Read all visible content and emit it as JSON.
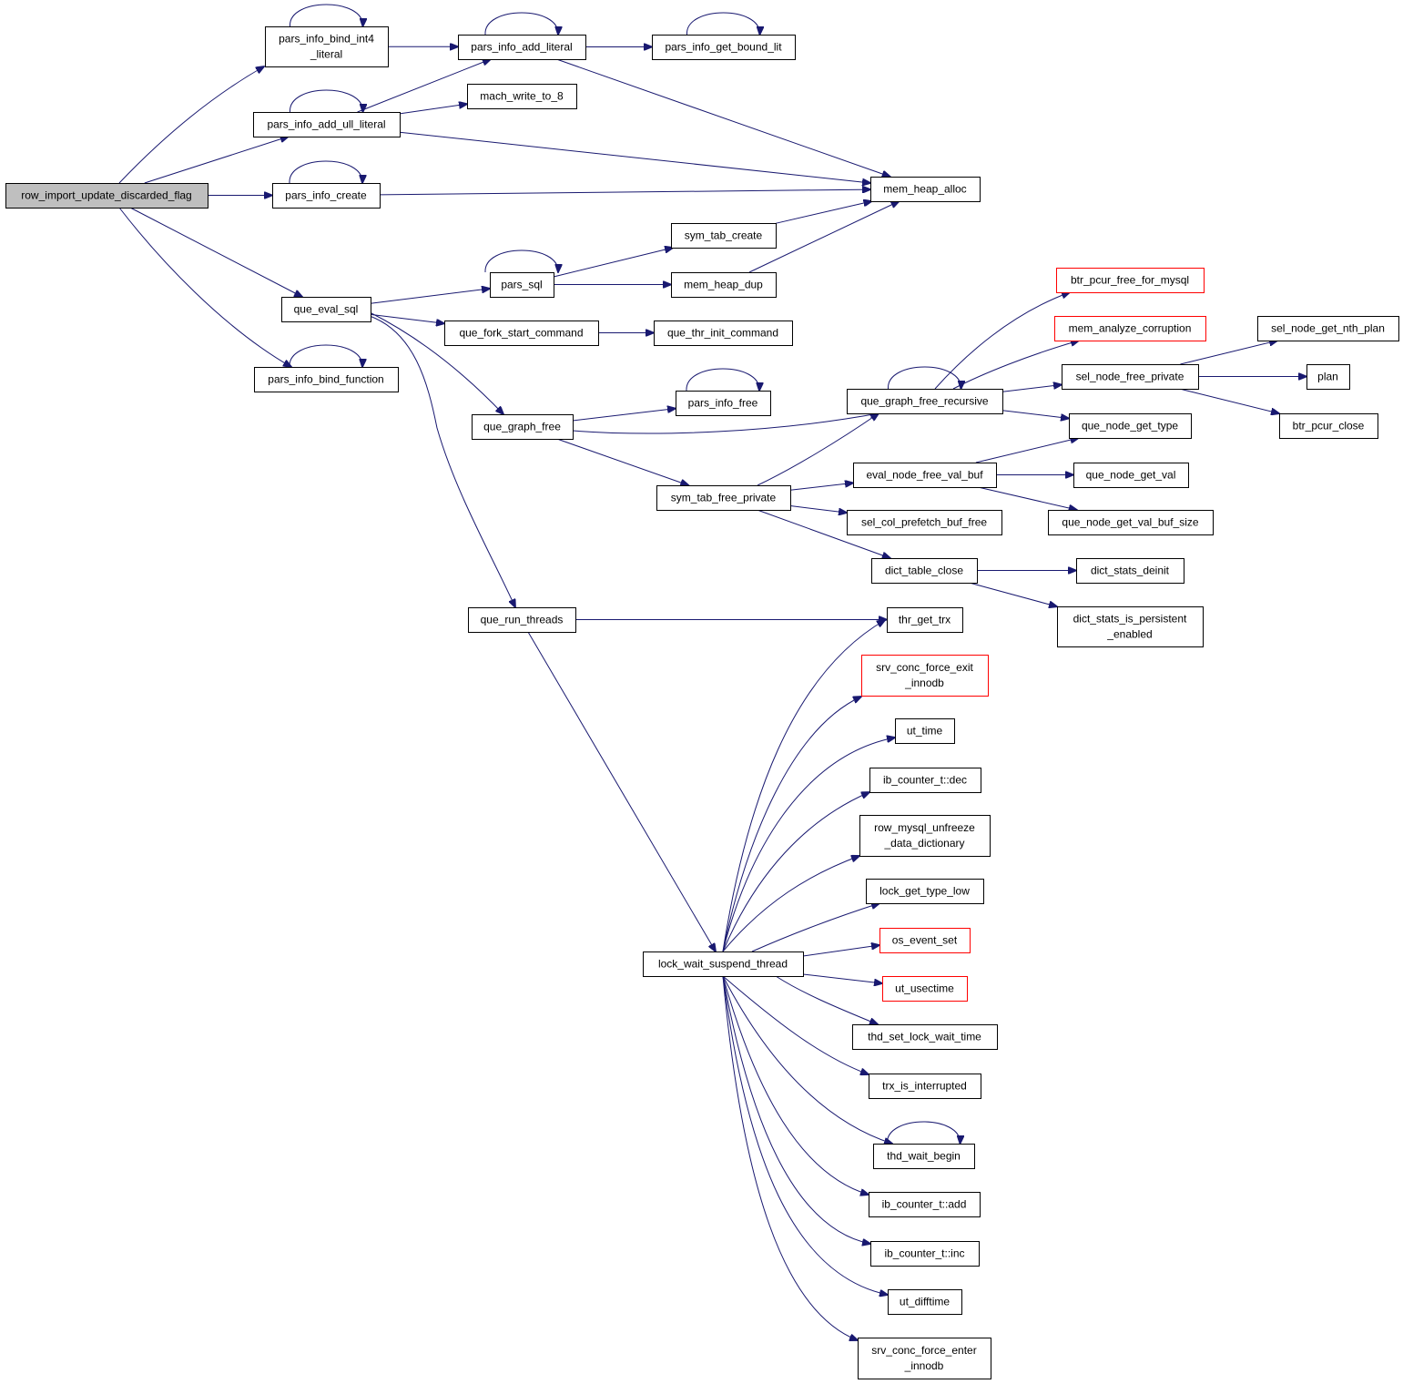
{
  "colors": {
    "edge": "#191970",
    "node_border": "#000000",
    "node_border_truncated": "#ff0000",
    "root_fill": "#bfbfbf",
    "node_fill": "#ffffff"
  },
  "nodes": [
    {
      "id": "row_import",
      "label": [
        "row_import_update_discarded_flag"
      ],
      "style": "root"
    },
    {
      "id": "pi_bind_int4",
      "label": [
        "pars_info_bind_int4",
        "_literal"
      ]
    },
    {
      "id": "pi_add_ull",
      "label": [
        "pars_info_add_ull_literal"
      ]
    },
    {
      "id": "pi_create",
      "label": [
        "pars_info_create"
      ]
    },
    {
      "id": "que_eval_sql",
      "label": [
        "que_eval_sql"
      ]
    },
    {
      "id": "pi_bind_func",
      "label": [
        "pars_info_bind_function"
      ]
    },
    {
      "id": "pi_add_literal",
      "label": [
        "pars_info_add_literal"
      ]
    },
    {
      "id": "pi_get_bound",
      "label": [
        "pars_info_get_bound_lit"
      ]
    },
    {
      "id": "mach_write",
      "label": [
        "mach_write_to_8"
      ]
    },
    {
      "id": "mem_heap_alloc",
      "label": [
        "mem_heap_alloc"
      ]
    },
    {
      "id": "sym_tab_create",
      "label": [
        "sym_tab_create"
      ]
    },
    {
      "id": "pars_sql",
      "label": [
        "pars_sql"
      ]
    },
    {
      "id": "mem_heap_dup",
      "label": [
        "mem_heap_dup"
      ]
    },
    {
      "id": "btr_pcur_free",
      "label": [
        "btr_pcur_free_for_mysql"
      ],
      "style": "truncated"
    },
    {
      "id": "mem_analyze",
      "label": [
        "mem_analyze_corruption"
      ],
      "style": "truncated"
    },
    {
      "id": "que_fork",
      "label": [
        "que_fork_start_command"
      ]
    },
    {
      "id": "que_thr_init",
      "label": [
        "que_thr_init_command"
      ]
    },
    {
      "id": "sel_nth_plan",
      "label": [
        "sel_node_get_nth_plan"
      ]
    },
    {
      "id": "sel_free_priv",
      "label": [
        "sel_node_free_private"
      ]
    },
    {
      "id": "plan",
      "label": [
        "plan"
      ]
    },
    {
      "id": "pi_free",
      "label": [
        "pars_info_free"
      ]
    },
    {
      "id": "qg_free_rec",
      "label": [
        "que_graph_free_recursive"
      ]
    },
    {
      "id": "que_graph_free",
      "label": [
        "que_graph_free"
      ]
    },
    {
      "id": "que_node_type",
      "label": [
        "que_node_get_type"
      ]
    },
    {
      "id": "btr_pcur_close",
      "label": [
        "btr_pcur_close"
      ]
    },
    {
      "id": "eval_node_free",
      "label": [
        "eval_node_free_val_buf"
      ]
    },
    {
      "id": "que_node_val",
      "label": [
        "que_node_get_val"
      ]
    },
    {
      "id": "sym_tab_free",
      "label": [
        "sym_tab_free_private"
      ]
    },
    {
      "id": "que_node_val_size",
      "label": [
        "que_node_get_val_buf_size"
      ]
    },
    {
      "id": "sel_col_prefetch",
      "label": [
        "sel_col_prefetch_buf_free"
      ]
    },
    {
      "id": "dict_table_close",
      "label": [
        "dict_table_close"
      ]
    },
    {
      "id": "dict_stats_deinit",
      "label": [
        "dict_stats_deinit"
      ]
    },
    {
      "id": "dict_stats_persist",
      "label": [
        "dict_stats_is_persistent",
        "_enabled"
      ]
    },
    {
      "id": "que_run_threads",
      "label": [
        "que_run_threads"
      ]
    },
    {
      "id": "thr_get_trx",
      "label": [
        "thr_get_trx"
      ]
    },
    {
      "id": "srv_conc_exit",
      "label": [
        "srv_conc_force_exit",
        "_innodb"
      ],
      "style": "truncated"
    },
    {
      "id": "ut_time",
      "label": [
        "ut_time"
      ]
    },
    {
      "id": "ib_dec",
      "label": [
        "ib_counter_t::dec"
      ]
    },
    {
      "id": "row_mysql_unfreeze",
      "label": [
        "row_mysql_unfreeze",
        "_data_dictionary"
      ]
    },
    {
      "id": "lock_type_low",
      "label": [
        "lock_get_type_low"
      ]
    },
    {
      "id": "os_event_set",
      "label": [
        "os_event_set"
      ],
      "style": "truncated"
    },
    {
      "id": "lock_wait_suspend",
      "label": [
        "lock_wait_suspend_thread"
      ]
    },
    {
      "id": "ut_usectime",
      "label": [
        "ut_usectime"
      ],
      "style": "truncated"
    },
    {
      "id": "thd_set_lock",
      "label": [
        "thd_set_lock_wait_time"
      ]
    },
    {
      "id": "trx_interrupted",
      "label": [
        "trx_is_interrupted"
      ]
    },
    {
      "id": "thd_wait_begin",
      "label": [
        "thd_wait_begin"
      ]
    },
    {
      "id": "ib_add",
      "label": [
        "ib_counter_t::add"
      ]
    },
    {
      "id": "ib_inc",
      "label": [
        "ib_counter_t::inc"
      ]
    },
    {
      "id": "ut_difftime",
      "label": [
        "ut_difftime"
      ]
    },
    {
      "id": "srv_conc_enter",
      "label": [
        "srv_conc_force_enter",
        "_innodb"
      ]
    }
  ],
  "edges": [
    [
      "row_import",
      "pi_bind_int4"
    ],
    [
      "row_import",
      "pi_add_ull"
    ],
    [
      "row_import",
      "pi_create"
    ],
    [
      "row_import",
      "que_eval_sql"
    ],
    [
      "row_import",
      "pi_bind_func"
    ],
    [
      "pi_bind_int4",
      "pi_bind_int4"
    ],
    [
      "pi_bind_int4",
      "pi_add_literal"
    ],
    [
      "pi_add_ull",
      "pi_add_ull"
    ],
    [
      "pi_add_ull",
      "pi_add_literal"
    ],
    [
      "pi_add_ull",
      "mach_write"
    ],
    [
      "pi_add_ull",
      "mem_heap_alloc"
    ],
    [
      "pi_create",
      "pi_create"
    ],
    [
      "pi_create",
      "mem_heap_alloc"
    ],
    [
      "pi_bind_func",
      "pi_bind_func"
    ],
    [
      "pi_add_literal",
      "pi_add_literal"
    ],
    [
      "pi_add_literal",
      "pi_get_bound"
    ],
    [
      "pi_add_literal",
      "mem_heap_alloc"
    ],
    [
      "pi_get_bound",
      "pi_get_bound"
    ],
    [
      "que_eval_sql",
      "pars_sql"
    ],
    [
      "que_eval_sql",
      "que_fork"
    ],
    [
      "que_eval_sql",
      "que_graph_free"
    ],
    [
      "que_eval_sql",
      "que_run_threads"
    ],
    [
      "pars_sql",
      "pars_sql"
    ],
    [
      "pars_sql",
      "sym_tab_create"
    ],
    [
      "pars_sql",
      "mem_heap_dup"
    ],
    [
      "sym_tab_create",
      "mem_heap_alloc"
    ],
    [
      "mem_heap_dup",
      "mem_heap_alloc"
    ],
    [
      "que_fork",
      "que_thr_init"
    ],
    [
      "que_graph_free",
      "pi_free"
    ],
    [
      "que_graph_free",
      "qg_free_rec"
    ],
    [
      "que_graph_free",
      "sym_tab_free"
    ],
    [
      "pi_free",
      "pi_free"
    ],
    [
      "qg_free_rec",
      "qg_free_rec"
    ],
    [
      "qg_free_rec",
      "btr_pcur_free"
    ],
    [
      "qg_free_rec",
      "mem_analyze"
    ],
    [
      "qg_free_rec",
      "sel_free_priv"
    ],
    [
      "qg_free_rec",
      "que_node_type"
    ],
    [
      "sel_free_priv",
      "sel_nth_plan"
    ],
    [
      "sel_free_priv",
      "plan"
    ],
    [
      "sel_free_priv",
      "btr_pcur_close"
    ],
    [
      "sym_tab_free",
      "qg_free_rec"
    ],
    [
      "sym_tab_free",
      "eval_node_free"
    ],
    [
      "sym_tab_free",
      "sel_col_prefetch"
    ],
    [
      "sym_tab_free",
      "dict_table_close"
    ],
    [
      "eval_node_free",
      "que_node_type"
    ],
    [
      "eval_node_free",
      "que_node_val"
    ],
    [
      "eval_node_free",
      "que_node_val_size"
    ],
    [
      "dict_table_close",
      "dict_stats_deinit"
    ],
    [
      "dict_table_close",
      "dict_stats_persist"
    ],
    [
      "que_run_threads",
      "thr_get_trx"
    ],
    [
      "que_run_threads",
      "lock_wait_suspend"
    ],
    [
      "lock_wait_suspend",
      "thr_get_trx"
    ],
    [
      "lock_wait_suspend",
      "srv_conc_exit"
    ],
    [
      "lock_wait_suspend",
      "ut_time"
    ],
    [
      "lock_wait_suspend",
      "ib_dec"
    ],
    [
      "lock_wait_suspend",
      "row_mysql_unfreeze"
    ],
    [
      "lock_wait_suspend",
      "lock_type_low"
    ],
    [
      "lock_wait_suspend",
      "os_event_set"
    ],
    [
      "lock_wait_suspend",
      "ut_usectime"
    ],
    [
      "lock_wait_suspend",
      "thd_set_lock"
    ],
    [
      "lock_wait_suspend",
      "trx_interrupted"
    ],
    [
      "lock_wait_suspend",
      "thd_wait_begin"
    ],
    [
      "lock_wait_suspend",
      "ib_add"
    ],
    [
      "lock_wait_suspend",
      "ib_inc"
    ],
    [
      "lock_wait_suspend",
      "ut_difftime"
    ],
    [
      "lock_wait_suspend",
      "srv_conc_enter"
    ],
    [
      "thd_wait_begin",
      "thd_wait_begin"
    ]
  ]
}
